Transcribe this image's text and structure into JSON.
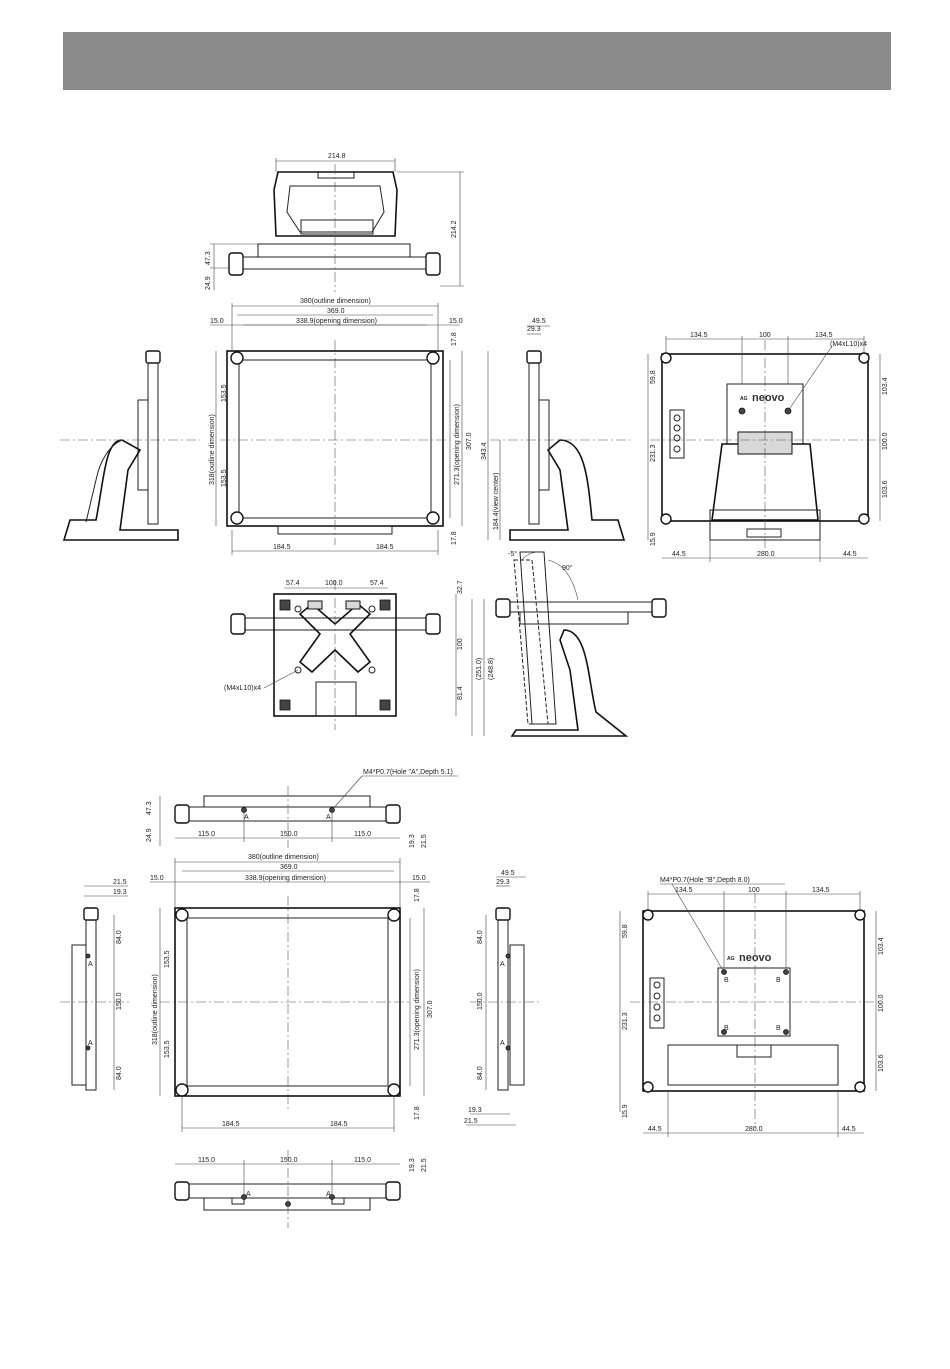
{
  "header": {
    "title": ""
  },
  "dims": {
    "d214_8": "214.8",
    "d214_2": "214.2",
    "d47_3": "47.3",
    "d24_9": "24.9",
    "d380": "380(outline dimension)",
    "d369": "369.0",
    "d338": "338.9(opening dimension)",
    "d15": "15.0",
    "d17_8": "17.8",
    "d153_5": "153.5",
    "d318": "318(outline dimension)",
    "d307": "307.0",
    "d271": "271.3(opening dimension)",
    "d184_5": "184.5",
    "d49_5": "49.5",
    "d29_3": "29.3",
    "d343_4": "343.4",
    "d184_4": "184.4(view center)",
    "d134_5": "134.5",
    "d100": "100",
    "d100_0": "100.0",
    "d59_8": "59.8",
    "d103_4": "103.4",
    "d231_3": "231.3",
    "d103_6": "103.6",
    "d15_9": "15.9",
    "d44_5": "44.5",
    "d280": "280.0",
    "m4x10": "(M4xL10)x4",
    "d57_4": "57.4",
    "d32_7": "32.7",
    "d81_4": "81.4",
    "d251": "(251.0)",
    "d248_8": "(248.8)",
    "neg5": "-5°",
    "deg90": "90°",
    "hole_a": "M4*P0.7(Hole \"A\",Depth 5.1)",
    "hole_b": "M4*P0.7(Hole \"B\",Depth 8.0)",
    "d115": "115.0",
    "d150": "150.0",
    "d19_3": "19.3",
    "d21_5": "21.5",
    "d84": "84.0",
    "lbl_a": "A",
    "lbl_b": "B"
  },
  "brand": {
    "logo_text": "neovo",
    "logo_mark": "AG"
  }
}
